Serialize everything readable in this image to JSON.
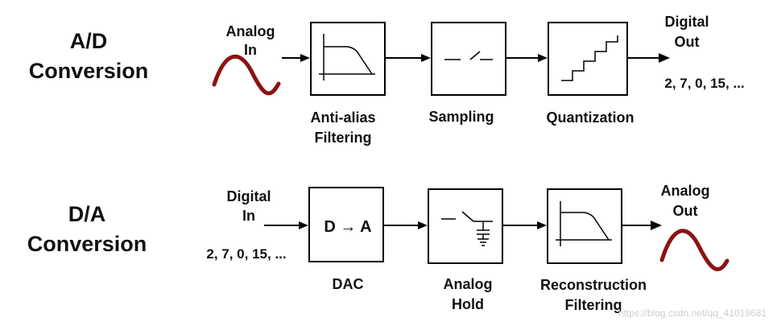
{
  "ad": {
    "title_line1": "A/D",
    "title_line2": "Conversion",
    "input_line1": "Analog",
    "input_line2": "In",
    "blocks": [
      {
        "line1": "Anti-alias",
        "line2": "Filtering"
      },
      {
        "line1": "Sampling"
      },
      {
        "line1": "Quantization"
      }
    ],
    "output_line1": "Digital",
    "output_line2": "Out",
    "output_sequence": "2, 7, 0, 15, ..."
  },
  "da": {
    "title_line1": "D/A",
    "title_line2": "Conversion",
    "input_line1": "Digital",
    "input_line2": "In",
    "input_sequence": "2, 7, 0, 15, ...",
    "dac_symbol": "D → A",
    "blocks": [
      {
        "line1": "DAC"
      },
      {
        "line1": "Analog",
        "line2": "Hold"
      },
      {
        "line1": "Reconstruction",
        "line2": "Filtering"
      }
    ],
    "output_line1": "Analog",
    "output_line2": "Out"
  },
  "watermark": "https://blog.csdn.net/qq_41019681",
  "colors": {
    "signal_wave": "#8b1212",
    "stroke": "#000000"
  }
}
